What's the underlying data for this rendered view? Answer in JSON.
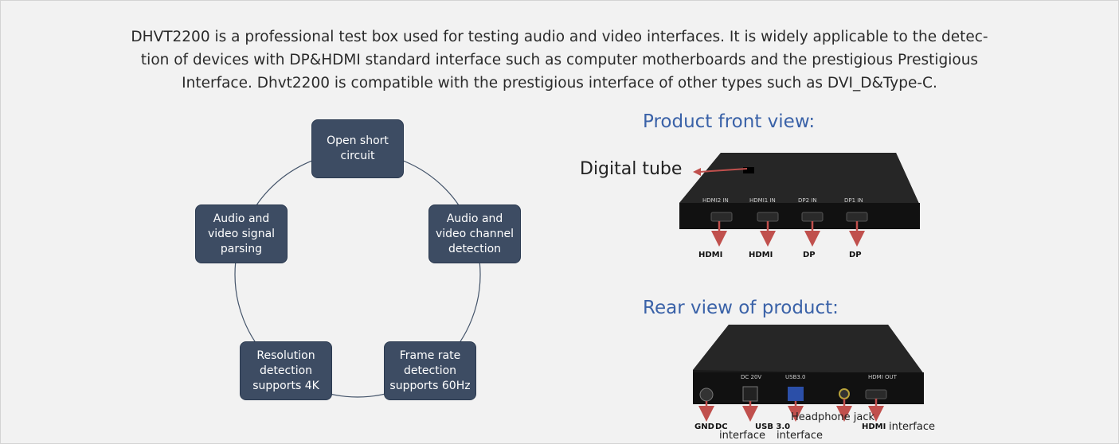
{
  "intro": {
    "line1": "DHVT2200 is a professional test box used for testing audio and video interfaces. It is widely applicable to the detec-",
    "line2": "tion of devices with DP&HDMI standard interface such as computer motherboards and the prestigious Prestigious",
    "line3": "Interface. Dhvt2200 is compatible with the prestigious interface of other types such as DVI_D&Type-C."
  },
  "cycle": {
    "open_short": "Open short circuit",
    "av_channel": "Audio and video channel detection",
    "frame_rate": "Frame rate detection supports 60Hz",
    "resolution": "Resolution detection supports 4K",
    "av_signal": "Audio and video signal parsing"
  },
  "front": {
    "title": "Product front view:",
    "digital_tube": "Digital tube",
    "port_labels": [
      "HDMI2 IN",
      "HDMI1 IN",
      "DP2 IN",
      "DP1 IN"
    ],
    "ports": [
      "HDMI",
      "HDMI",
      "DP",
      "DP"
    ]
  },
  "rear": {
    "title": "Rear view of product:",
    "port_labels": [
      "DC 20V",
      "USB3.0",
      "HDMI OUT"
    ],
    "gnd": "GND",
    "dc": "DC",
    "usb": "USB 3.0",
    "hdmi": "HDMI",
    "interface1": "interface",
    "interface2": "interface",
    "interface3": "interface",
    "headphone": "Headphone jack"
  },
  "colors": {
    "node_fill": "#3d4c63",
    "title_blue": "#3a62a8",
    "arrow_red": "#c0504d"
  }
}
